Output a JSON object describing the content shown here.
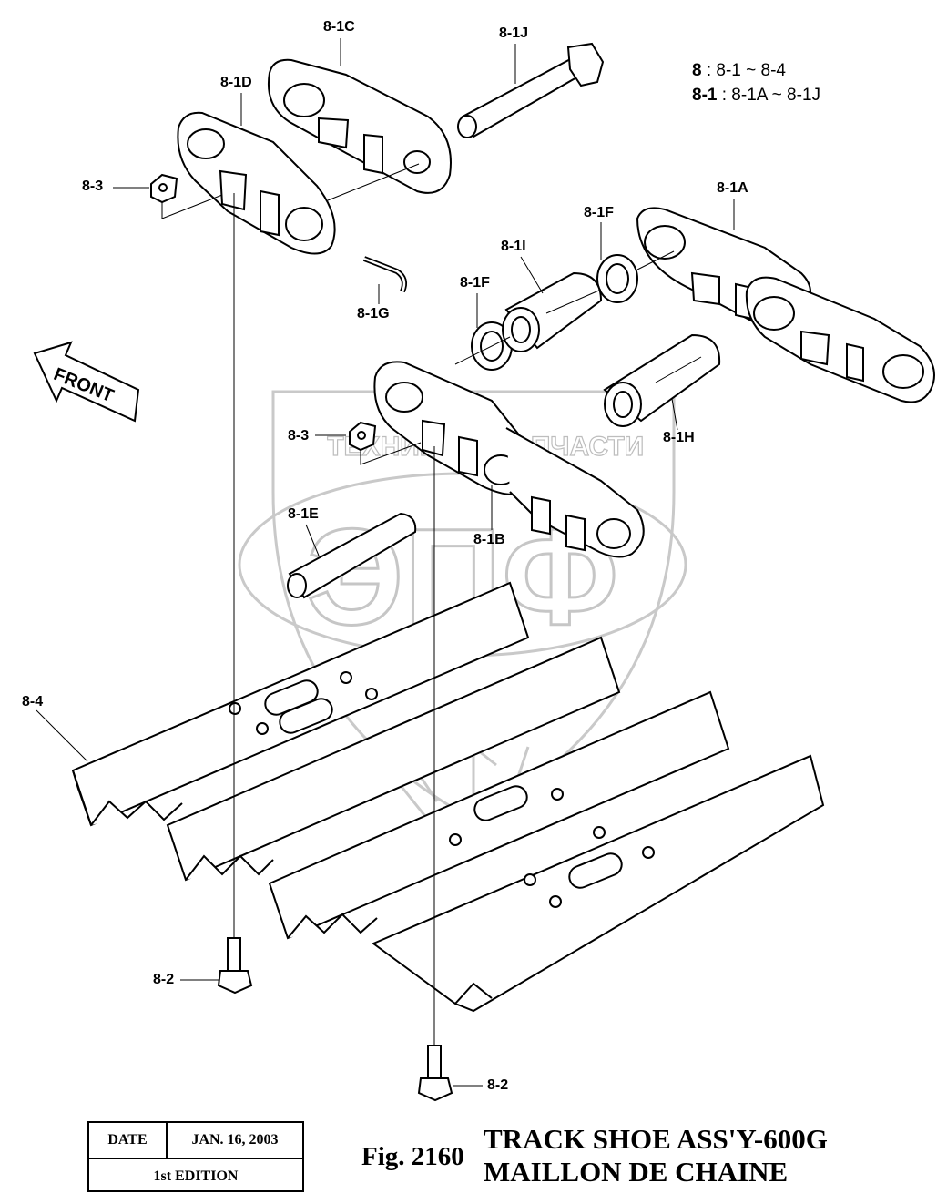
{
  "legend": [
    {
      "key": "8",
      "value": ": 8-1 ~ 8-4"
    },
    {
      "key": "8-1",
      "value": ": 8-1A ~ 8-1J"
    }
  ],
  "direction_label": "FRONT",
  "callouts": {
    "c_8_1C": "8-1C",
    "c_8_1J": "8-1J",
    "c_8_1D": "8-1D",
    "c_8_3_top": "8-3",
    "c_8_1G": "8-1G",
    "c_8_1A": "8-1A",
    "c_8_1F_top": "8-1F",
    "c_8_1I": "8-1I",
    "c_8_1F_low": "8-1F",
    "c_8_3_mid": "8-3",
    "c_8_1H": "8-1H",
    "c_8_1E": "8-1E",
    "c_8_1B": "8-1B",
    "c_8_4": "8-4",
    "c_8_2_left": "8-2",
    "c_8_2_right": "8-2"
  },
  "stamp": {
    "date_label": "DATE",
    "date_value": "JAN. 16, 2003",
    "edition": "1st EDITION"
  },
  "figure": {
    "number": "Fig. 2160",
    "title_line1": "TRACK SHOE ASS'Y-600G",
    "title_line2": "MAILLON DE CHAINE"
  },
  "watermark": {
    "text_left": "ТЕХНИКА",
    "text_right": "ЗАПЧАСТИ",
    "big_letters": "ЭПФ"
  }
}
